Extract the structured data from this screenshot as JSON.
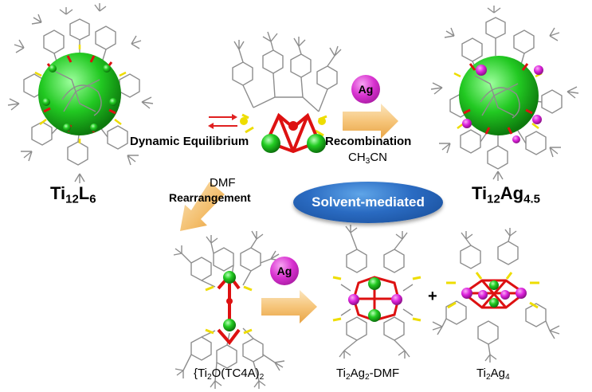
{
  "labels": {
    "ti12l6": [
      "Ti",
      "12",
      "L",
      "6"
    ],
    "ti12ag45": [
      "Ti",
      "12",
      "Ag",
      "4.5"
    ],
    "dynamic_equilibrium": "Dynamic Equilibrium",
    "recombination": "Recombination",
    "ch3cn": [
      "CH",
      "3",
      "CN"
    ],
    "dmf": "DMF",
    "rearrangement": "Rearrangement",
    "solvent_mediated": "Solvent-mediated",
    "ag_reagent": "Ag",
    "ti2o_tc4a": [
      "{Ti",
      "2",
      "O(TC4A)",
      "2"
    ],
    "ti2ag2_dmf": [
      "Ti",
      "2",
      "Ag",
      "2",
      "-DMF"
    ],
    "ti2ag4": [
      "Ti",
      "2",
      "Ag",
      "4"
    ],
    "plus": "+"
  },
  "colors": {
    "titanium": "#22cc22",
    "silver": "#dd22dd",
    "oxygen": "#dd1111",
    "sulfur": "#eedd00",
    "carbon": "#8a8a8a",
    "arrow": "#f0b85a",
    "pill": "#2a6bc2",
    "equilibrium_arrows": "#e02020"
  }
}
